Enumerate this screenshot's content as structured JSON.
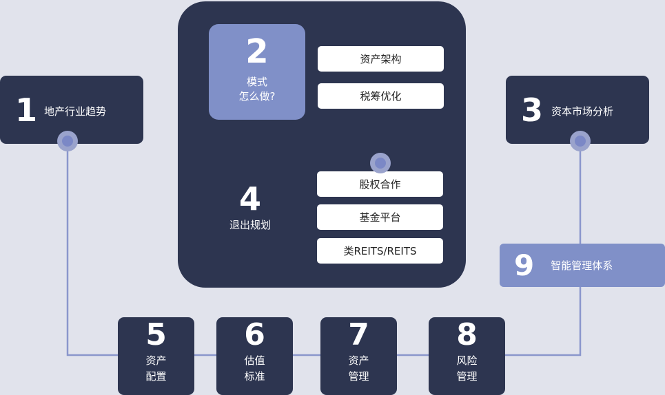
{
  "nodes": {
    "n1": {
      "num": "1",
      "text": "地产行业趋势"
    },
    "n2": {
      "num": "2",
      "line1": "模式",
      "line2": "怎么做?"
    },
    "n3": {
      "num": "3",
      "text": "资本市场分析"
    },
    "n4": {
      "num": "4",
      "text": "退出规划"
    },
    "n5": {
      "num": "5",
      "line1": "资产",
      "line2": "配置"
    },
    "n6": {
      "num": "6",
      "line1": "估值",
      "line2": "标准"
    },
    "n7": {
      "num": "7",
      "line1": "资产",
      "line2": "管理"
    },
    "n8": {
      "num": "8",
      "line1": "风险",
      "line2": "管理"
    },
    "n9": {
      "num": "9",
      "text": "智能管理体系"
    }
  },
  "pills": {
    "p1": "资产架构",
    "p2": "税筹优化",
    "p3": "股权合作",
    "p4": "基金平台",
    "p5": "类REITS/REITS"
  },
  "colors": {
    "background": "#e1e3ec",
    "dark_box": "#2d3550",
    "accent_box": "#8090c8",
    "connector": "#8a96cc"
  }
}
